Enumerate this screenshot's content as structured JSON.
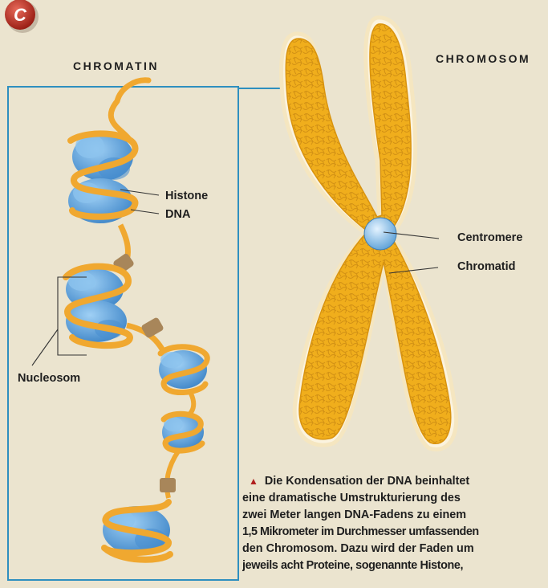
{
  "badge": {
    "letter": "C",
    "color": "#c0392b"
  },
  "titles": {
    "chromatin": "CHROMATIN",
    "chromosome": "CHROMOSOM"
  },
  "labels": {
    "histone": "Histone",
    "dna": "DNA",
    "nucleosome": "Nucleosom",
    "centromere": "Centromere",
    "chromatid": "Chromatid"
  },
  "caption": {
    "marker": "▲",
    "lines": [
      "Die Kondensation der DNA beinhaltet",
      "eine dramatische Umstrukturierung des",
      "zwei Meter langen DNA-Fadens zu einem",
      "1,5 Mikrometer im Durchmesser umfassenden",
      "den Chromosom. Dazu wird der Faden um",
      "jeweils acht Proteine, sogenannte Histone,"
    ]
  },
  "colors": {
    "frame": "#2e8fbf",
    "chromosome": "#f0ae1c",
    "histone": "#5fa8e0",
    "dna_strand": "#f0a830",
    "linker": "#a8865a",
    "background": "#ebe4cf"
  }
}
